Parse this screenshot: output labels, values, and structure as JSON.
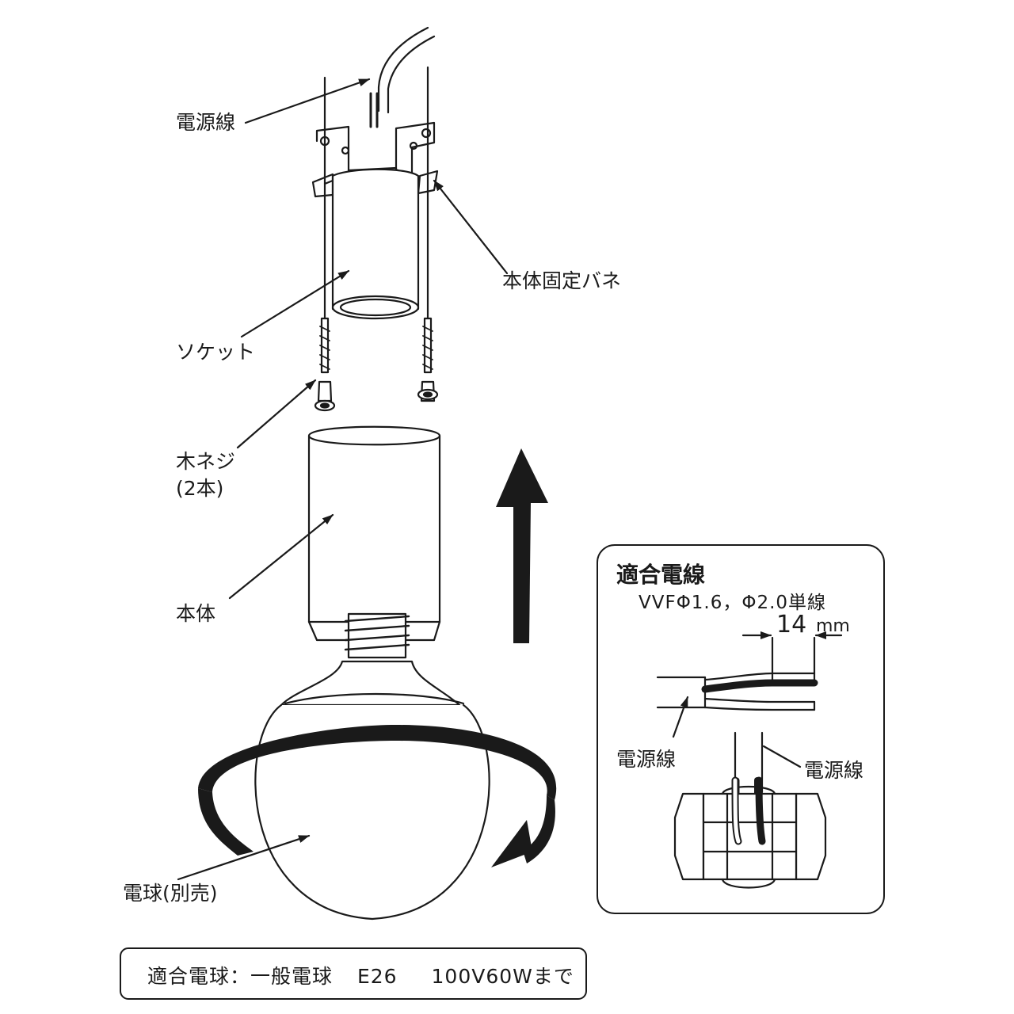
{
  "labels": {
    "power_cord": "電源線",
    "fixing_spring": "本体固定バネ",
    "socket": "ソケット",
    "wood_screw": "木ネジ",
    "wood_screw_count": "(2本)",
    "body": "本体",
    "bulb": "電球(別売)"
  },
  "inset": {
    "title": "適合電線",
    "spec": "VVFΦ1.6，Φ2.0単線",
    "strip_length": "14",
    "strip_unit": "mm",
    "cord_label_left": "電源線",
    "cord_label_right": "電源線"
  },
  "bulb_spec": {
    "label": "適合電球：一般電球",
    "base": "E26",
    "rating": "100V60Wまで"
  }
}
